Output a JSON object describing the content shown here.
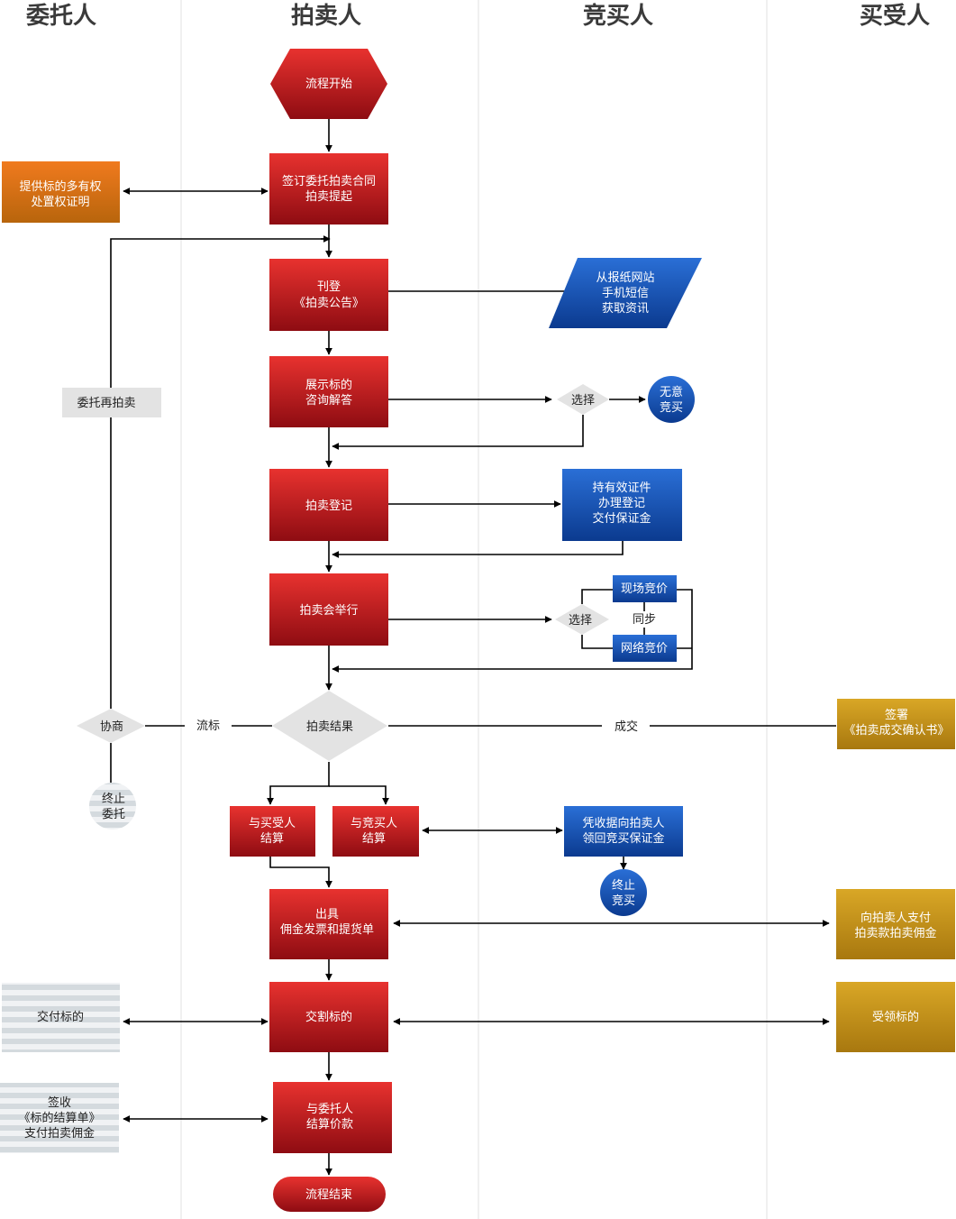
{
  "lanes": [
    "委托人",
    "拍卖人",
    "竞买人",
    "买受人"
  ],
  "nodes": {
    "start": [
      "流程开始"
    ],
    "contract": [
      "签订委托拍卖合同",
      "拍卖提起"
    ],
    "proof": [
      "提供标的多有权",
      "处置权证明"
    ],
    "announce": [
      "刊登",
      "《拍卖公告》"
    ],
    "info": [
      "从报纸网站",
      "手机短信",
      "获取资讯"
    ],
    "consult": [
      "展示标的",
      "咨询解答"
    ],
    "choose1": [
      "选择"
    ],
    "no_bid": [
      "无意",
      "竞买"
    ],
    "register": [
      "拍卖登记"
    ],
    "hold_id": [
      "持有效证件",
      "办理登记",
      "交付保证金"
    ],
    "auction": [
      "拍卖会举行"
    ],
    "choose2": [
      "选择"
    ],
    "onsite": [
      "现场竞价"
    ],
    "sync": [
      "同步"
    ],
    "online": [
      "网络竞价"
    ],
    "recommission": [
      "委托再拍卖"
    ],
    "negotiate": [
      "协商"
    ],
    "unsold": [
      "流标"
    ],
    "result": [
      "拍卖结果"
    ],
    "deal": [
      "成交"
    ],
    "sign_confirm": [
      "签署",
      "《拍卖成交确认书》"
    ],
    "terminate_commission": [
      "终止",
      "委托"
    ],
    "settle_buyer": [
      "与买受人",
      "结算"
    ],
    "settle_bidder": [
      "与竞买人",
      "结算"
    ],
    "refund_deposit": [
      "凭收据向拍卖人",
      "领回竞买保证金"
    ],
    "end_bid": [
      "终止",
      "竞买"
    ],
    "invoice": [
      "出具",
      "佣金发票和提货单"
    ],
    "pay": [
      "向拍卖人支付",
      "拍卖款拍卖佣金"
    ],
    "deliver_item": [
      "交付标的"
    ],
    "hand_over": [
      "交割标的"
    ],
    "receive_item": [
      "受领标的"
    ],
    "sign_statement": [
      "签收",
      "《标的结算单》",
      "支付拍卖佣金"
    ],
    "settle_consignor": [
      "与委托人",
      "结算价款"
    ],
    "end": [
      "流程结束"
    ]
  },
  "colors": {
    "red_top": "#e8322f",
    "red_bottom": "#8e0c12",
    "blue_top": "#2a6fd6",
    "blue_bottom": "#0b3a8f",
    "orange_top": "#f07a1e",
    "orange_bottom": "#b8650c",
    "gold_top": "#d9a726",
    "gold_bottom": "#a8780f",
    "gray": "#e3e3e3",
    "lane_line": "#e2e2e2"
  }
}
